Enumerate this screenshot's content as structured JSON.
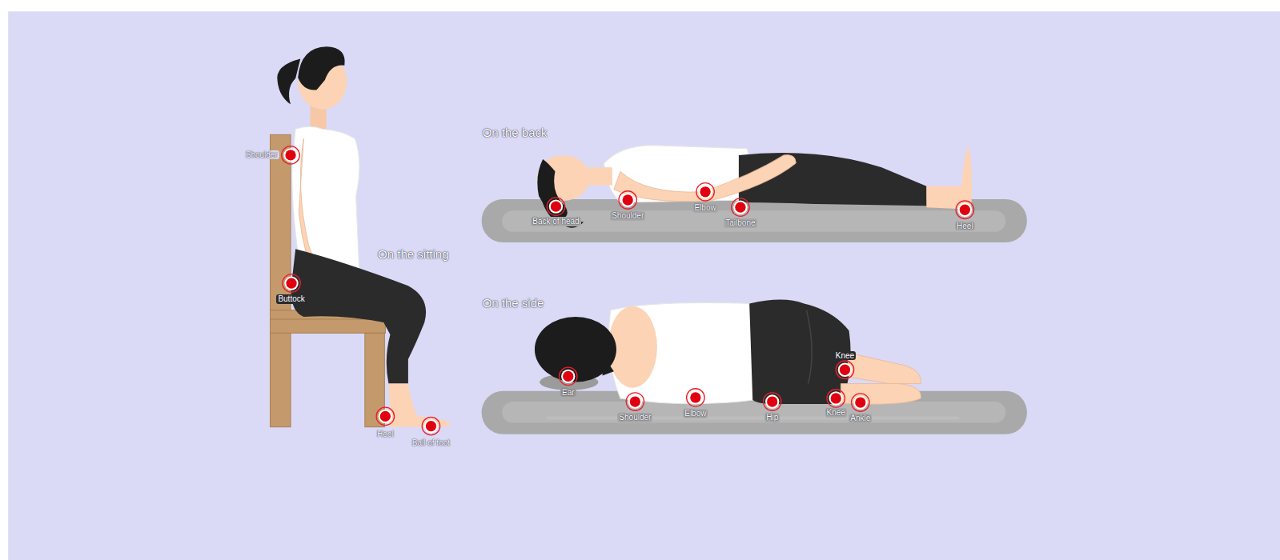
{
  "diagram": {
    "labels": [
      "On the back",
      "On the sitting",
      "On the side",
      "Shoulder",
      "Buttock",
      "Heel",
      "Ball of foot",
      "Back of head",
      "Shoulder",
      "Elbow",
      "Tailbone",
      "Heel",
      "Ear",
      "Shoulder",
      "Elbow",
      "Hip",
      "Knee",
      "Knee",
      "Ankle"
    ]
  }
}
